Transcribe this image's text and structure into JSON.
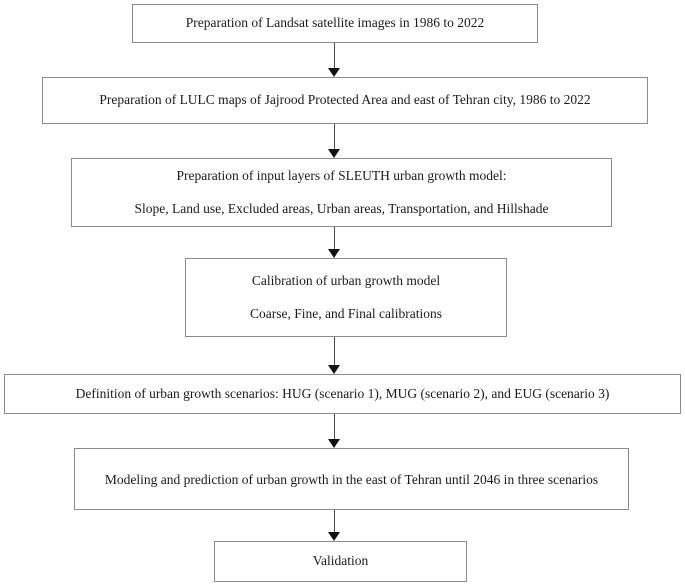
{
  "diagram": {
    "title": "SLEUTH urban growth modeling methodology flowchart",
    "orientation": "top-to-bottom",
    "box_border_color": "#8a8a8a",
    "arrow_color": "#111111",
    "background_color": "#ffffff",
    "nodes": [
      {
        "id": "step-1",
        "name": "landsat-preparation",
        "lines": [
          "Preparation of Landsat satellite images in 1986 to 2022"
        ]
      },
      {
        "id": "step-2",
        "name": "lulc-maps-preparation",
        "lines": [
          "Preparation of LULC maps of Jajrood Protected Area and east of Tehran city, 1986 to 2022"
        ]
      },
      {
        "id": "step-3",
        "name": "sleuth-input-layers",
        "lines": [
          "Preparation of input layers of SLEUTH urban growth model:",
          "Slope, Land use, Excluded areas, Urban areas, Transportation, and Hillshade"
        ]
      },
      {
        "id": "step-4",
        "name": "model-calibration",
        "lines": [
          "Calibration of urban growth model",
          "Coarse, Fine, and Final calibrations"
        ]
      },
      {
        "id": "step-5",
        "name": "scenario-definition",
        "lines": [
          "Definition of urban growth scenarios: HUG (scenario 1), MUG (scenario 2), and EUG (scenario 3)"
        ]
      },
      {
        "id": "step-6",
        "name": "modeling-and-prediction",
        "lines": [
          "Modeling and prediction of urban growth in the east of Tehran until 2046 in three scenarios"
        ]
      },
      {
        "id": "step-7",
        "name": "validation",
        "lines": [
          "Validation"
        ]
      }
    ],
    "connectors": [
      {
        "id": "arrow-1",
        "from": "step-1",
        "to": "step-2"
      },
      {
        "id": "arrow-2",
        "from": "step-2",
        "to": "step-3"
      },
      {
        "id": "arrow-3",
        "from": "step-3",
        "to": "step-4"
      },
      {
        "id": "arrow-4",
        "from": "step-4",
        "to": "step-5"
      },
      {
        "id": "arrow-5",
        "from": "step-5",
        "to": "step-6"
      },
      {
        "id": "arrow-6",
        "from": "step-6",
        "to": "step-7"
      }
    ]
  }
}
